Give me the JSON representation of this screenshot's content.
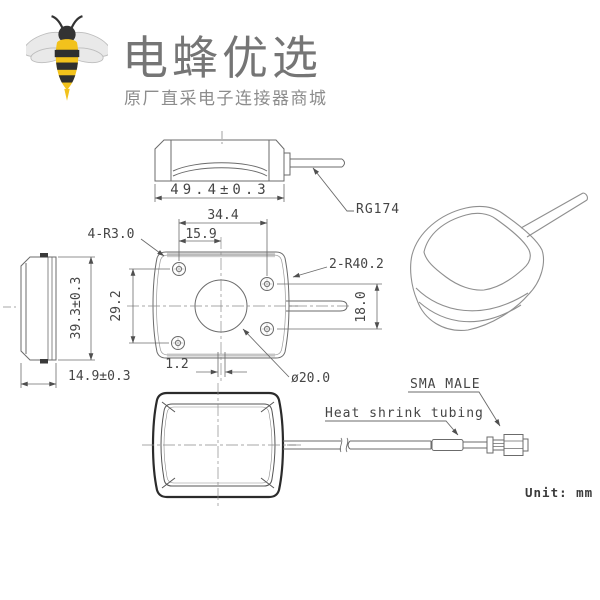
{
  "logo": {
    "icon": "bee-icon",
    "brand": "电蜂优选",
    "tagline": "原厂直采电子连接器商城",
    "colors": {
      "brand_text": "#757575",
      "tagline_text": "#8c8c8c",
      "bee_yellow": "#f2c21c",
      "bee_dark": "#333333",
      "wing_gray": "#e9e9e9"
    }
  },
  "drawing": {
    "unit_note": "Unit: mm",
    "colors": {
      "line": "#6b6b6b",
      "dark_outline": "#2b2b2b",
      "text": "#454545"
    },
    "labels": {
      "top_width": "49.4±0.3",
      "hole_span_h": "34.4",
      "hole_offset": "15.9",
      "corner_radius": "4-R3.0",
      "side_radius": "2-R40.2",
      "hole_span_v": "29.2",
      "cable_exit": "18.0",
      "slot_width": "1.2",
      "center_hole": "ø20.0",
      "body_height": "39.3±0.3",
      "body_depth": "14.9±0.3",
      "cable_type": "RG174",
      "tubing": "Heat shrink tubing",
      "connector": "SMA MALE"
    }
  }
}
